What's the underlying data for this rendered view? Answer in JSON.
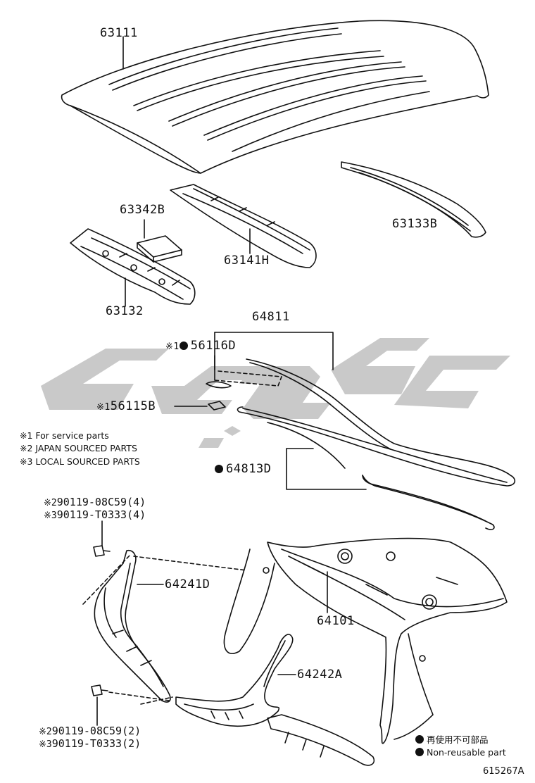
{
  "parts": {
    "p63111": "63111",
    "p63342B": "63342B",
    "p63133B": "63133B",
    "p63141H": "63141H",
    "p63132": "63132",
    "p64811": "64811",
    "p56116D": "56116D",
    "p56115B": "56115B",
    "p64813D": "64813D",
    "p64241D": "64241D",
    "p64101": "64101",
    "p64242A": "64242A"
  },
  "marks": {
    "m1": "※1",
    "m2": "※2",
    "m3": "※3"
  },
  "notes": {
    "n1": "※1 For service parts",
    "n2": "※2 JAPAN SOURCED PARTS",
    "n3": "※3 LOCAL SOURCED PARTS"
  },
  "bolts": {
    "top_a": "90119-08C59(4)",
    "top_b": "90119-T0333(4)",
    "bot_a": "90119-08C59(2)",
    "bot_b": "90119-T0333(2)"
  },
  "legend": {
    "jp": "再使用不可部品",
    "en": "Non-reusable part"
  },
  "figure_id": "615267A",
  "colors": {
    "line": "#111111",
    "watermark": "#c8c8c8"
  }
}
